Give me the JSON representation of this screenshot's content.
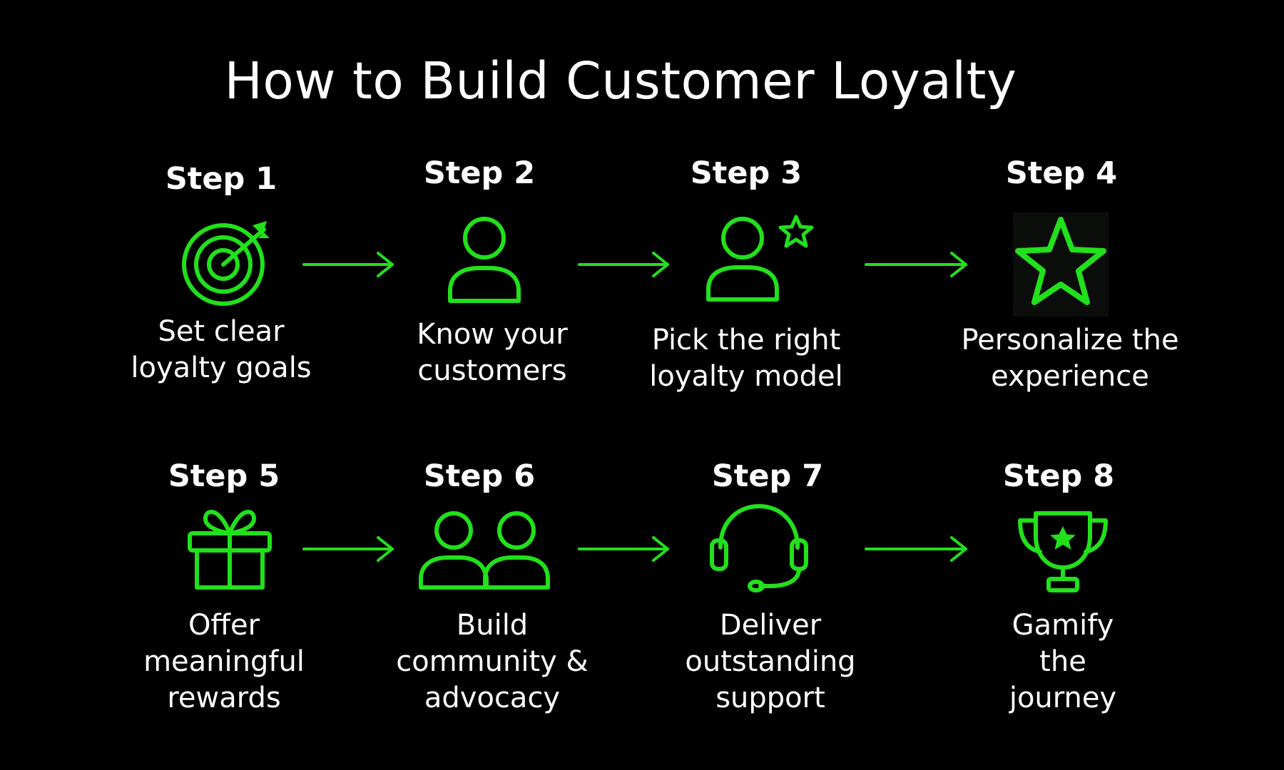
{
  "title": "How to Build Customer Loyalty",
  "colors": {
    "accent": "#22e01c",
    "background": "#000000",
    "text": "#ffffff"
  },
  "steps": [
    {
      "label": "Step 1",
      "desc": [
        "Set clear",
        "loyalty goals"
      ],
      "icon": "target-icon"
    },
    {
      "label": "Step 2",
      "desc": [
        "Know your",
        "customers"
      ],
      "icon": "person-icon"
    },
    {
      "label": "Step 3",
      "desc": [
        "Pick the right",
        "loyalty model"
      ],
      "icon": "person-star-icon"
    },
    {
      "label": "Step 4",
      "desc": [
        "Personalize the",
        "experience"
      ],
      "icon": "star-icon"
    },
    {
      "label": "Step 5",
      "desc": [
        "Offer",
        "meaningful",
        "rewards"
      ],
      "icon": "gift-icon"
    },
    {
      "label": "Step 6",
      "desc": [
        "Build",
        "community &",
        "advocacy"
      ],
      "icon": "people-icon"
    },
    {
      "label": "Step 7",
      "desc": [
        "Deliver",
        "outstanding",
        "support"
      ],
      "icon": "headset-icon"
    },
    {
      "label": "Step 8",
      "desc": [
        "Gamify",
        "the",
        "journey"
      ],
      "icon": "trophy-icon"
    }
  ]
}
